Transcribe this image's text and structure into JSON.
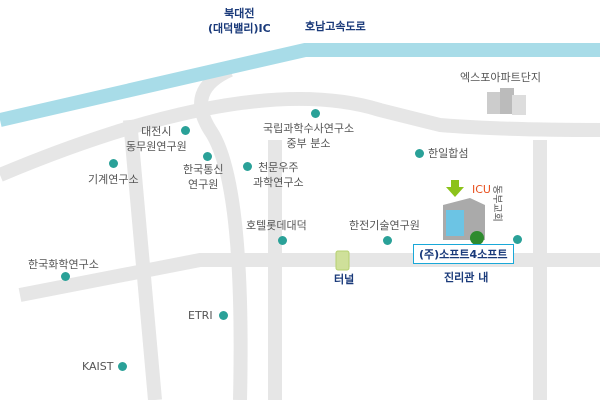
{
  "title_ic": [
    "북대전",
    "(대덕밸리)IC"
  ],
  "highway": "호남고속도로",
  "places": {
    "apt": "엑스포아파트단지",
    "natlab": [
      "국립과학수사연구소",
      "중부 분소"
    ],
    "city": [
      "대전시",
      "동무원연구원"
    ],
    "hanil": "한일합섬",
    "kt": [
      "한국통신",
      "연구원"
    ],
    "astro": [
      "천문우주",
      "과학연구소"
    ],
    "machine": "기계연구소",
    "hotel": "호텔롯데대덕",
    "kepco": "한전기술연구원",
    "chem": "한국화학연구소",
    "etri": "ETRI",
    "kaist": "KAIST",
    "icu": "ICU",
    "church": "동부교회",
    "tunnel": "터널"
  },
  "company": "(주)소프트4소프트",
  "company_sub": "진리관 내",
  "colors": {
    "road": "#e6e6e6",
    "highway": "#a8dce8",
    "dot": "#2aa198"
  }
}
